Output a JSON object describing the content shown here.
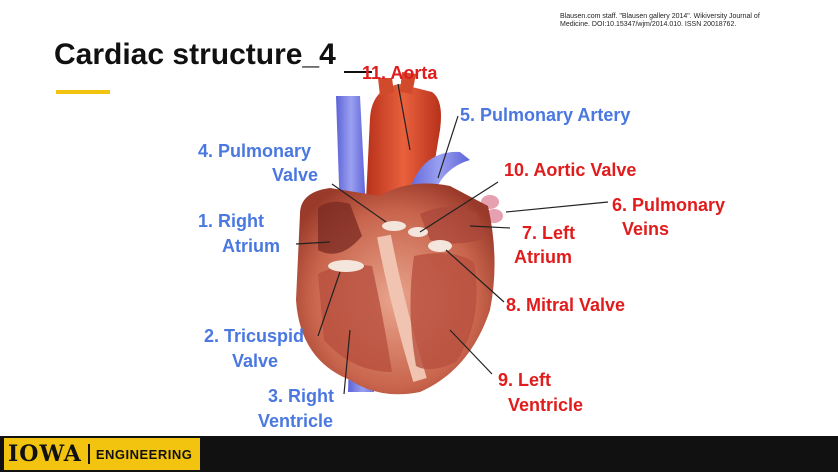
{
  "slide": {
    "title": "Cardiac structure_4",
    "citation": "Blausen.com staff. \"Blausen gallery 2014\". Wikiversity Journal of Medicine. DOI:10.15347/wjm/2014.010. ISSN 20018762."
  },
  "labels": {
    "aorta": "11. Aorta",
    "pulmonary_artery": "5. Pulmonary Artery",
    "pulmonary_valve_1": "4. Pulmonary",
    "pulmonary_valve_2": "Valve",
    "aortic_valve": "10. Aortic Valve",
    "pulmonary_veins_1": "6. Pulmonary",
    "pulmonary_veins_2": "Veins",
    "right_atrium_1": "1. Right",
    "right_atrium_2": "Atrium",
    "left_atrium_1": "7. Left",
    "left_atrium_2": "Atrium",
    "mitral_valve": "8. Mitral Valve",
    "tricuspid_valve_1": "2. Tricuspid",
    "tricuspid_valve_2": "Valve",
    "right_ventricle_1": "3. Right",
    "right_ventricle_2": "Ventricle",
    "left_ventricle_1": "9. Left",
    "left_ventricle_2": "Ventricle"
  },
  "footer": {
    "logo_iowa": "IOWA",
    "logo_engineering": "ENGINEERING"
  },
  "colors": {
    "accent_yellow": "#f2c40f",
    "label_blue": "#4a78e0",
    "label_red": "#e01c1c"
  }
}
